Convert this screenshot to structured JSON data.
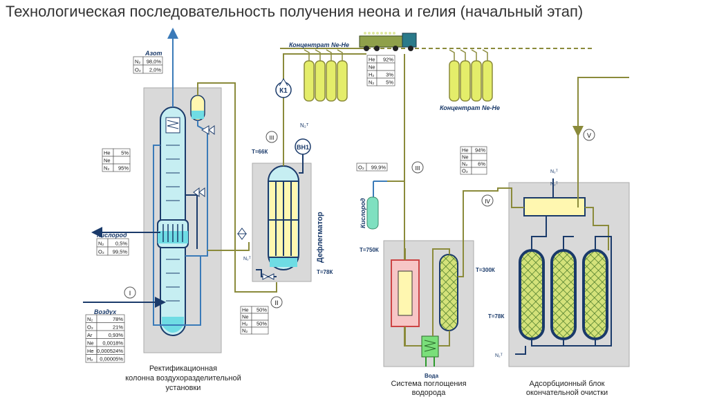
{
  "title": "Технологическая последовательность получения неона и гелия (начальный этап)",
  "colors": {
    "pipe_green": "#8a8a3a",
    "pipe_blue": "#3a7ab8",
    "pipe_dark": "#1a3a6a",
    "column_fill": "#c6eef2",
    "liquid": "#6fdce4",
    "panel": "#d9d9d9"
  },
  "labels": {
    "azot": "Азот",
    "kislorod": "Кислород",
    "vozduh": "Воздух",
    "concentrate_top": "Концентрат Ne-He",
    "concentrate_right": "Концентрат Ne-He",
    "kislorod_side": "Кислород",
    "deflegmator": "Дефлегматор",
    "voda": "Вода",
    "t66": "Т=66К",
    "t78a": "Т=78К",
    "t750": "Т=750К",
    "t300": "Т=300К",
    "t78b": "Т=78К",
    "k1": "К1",
    "vn1": "ВН1",
    "n2a": "N₂ᵀ",
    "n2b": "N₂ᵀ",
    "n2c": "N₂ᵀ",
    "n2d": "N₂ᵀ",
    "n2e": "N₂ᵀ"
  },
  "roman": {
    "r1": "I",
    "r2": "II",
    "r3a": "III",
    "r3b": "III",
    "r4": "IV",
    "r5": "V"
  },
  "captions": {
    "column_1": "Ректификационная",
    "column_2": "колонна  воздухоразделительной",
    "column_3": "установки",
    "hydrogen_1": "Система  поглощения",
    "hydrogen_2": "водорода",
    "adsorb_1": "Адсорбционный блок",
    "adsorb_2": "окончательной   очистки"
  },
  "tables": {
    "azot": [
      [
        "N₂",
        "98,0%"
      ],
      [
        "O₂",
        "2,0%"
      ]
    ],
    "hene_col": [
      [
        "He",
        "5%"
      ],
      [
        "Ne",
        ""
      ],
      [
        "N₂",
        "95%"
      ]
    ],
    "kislorod": [
      [
        "N₂",
        "0,5%"
      ],
      [
        "O₂",
        "99,5%"
      ]
    ],
    "vozduh": [
      [
        "N₂",
        "78%"
      ],
      [
        "O₂",
        "21%"
      ],
      [
        "Ar",
        "0,93%"
      ],
      [
        "Ne",
        "0,0018%"
      ],
      [
        "He",
        "0,000524%"
      ],
      [
        "H₂",
        "0,00005%"
      ]
    ],
    "truck": [
      [
        "He",
        "92%"
      ],
      [
        "Ne",
        ""
      ],
      [
        "H₂",
        "3%"
      ],
      [
        "N₂",
        "5%"
      ]
    ],
    "defl": [
      [
        "He",
        "50%"
      ],
      [
        "Ne",
        ""
      ],
      [
        "H₂",
        "50%"
      ],
      [
        "N₂",
        ""
      ]
    ],
    "o2": [
      [
        "O₂",
        "99,9%"
      ]
    ],
    "final": [
      [
        "He",
        "94%"
      ],
      [
        "Ne",
        ""
      ],
      [
        "N₂",
        "6%"
      ],
      [
        "O₂",
        ""
      ]
    ]
  }
}
